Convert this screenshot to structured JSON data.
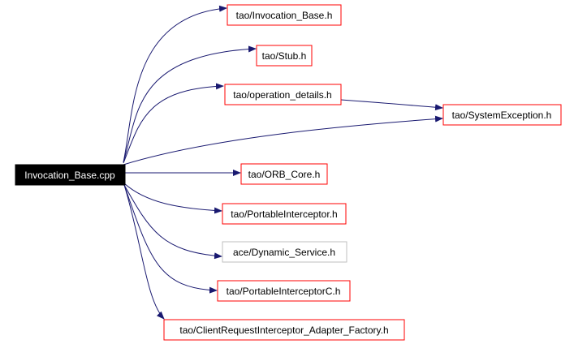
{
  "graph": {
    "root": {
      "label": "Invocation_Base.cpp"
    },
    "nodes": [
      {
        "id": "invocation-base-h",
        "label": "tao/Invocation_Base.h"
      },
      {
        "id": "stub-h",
        "label": "tao/Stub.h"
      },
      {
        "id": "operation-details-h",
        "label": "tao/operation_details.h"
      },
      {
        "id": "system-exception-h",
        "label": "tao/SystemException.h"
      },
      {
        "id": "orb-core-h",
        "label": "tao/ORB_Core.h"
      },
      {
        "id": "portable-interceptor-h",
        "label": "tao/PortableInterceptor.h"
      },
      {
        "id": "dynamic-service-h",
        "label": "ace/Dynamic_Service.h"
      },
      {
        "id": "portable-interceptor-c-h",
        "label": "tao/PortableInterceptorC.h"
      },
      {
        "id": "client-request-interceptor-adapter-factory-h",
        "label": "tao/ClientRequestInterceptor_Adapter_Factory.h"
      }
    ]
  },
  "colors": {
    "root_fill": "#000000",
    "root_text": "#ffffff",
    "node_border": "#ff0000",
    "external_node_border": "#bfbfbf",
    "node_text": "#000000",
    "edge": "#191970"
  }
}
